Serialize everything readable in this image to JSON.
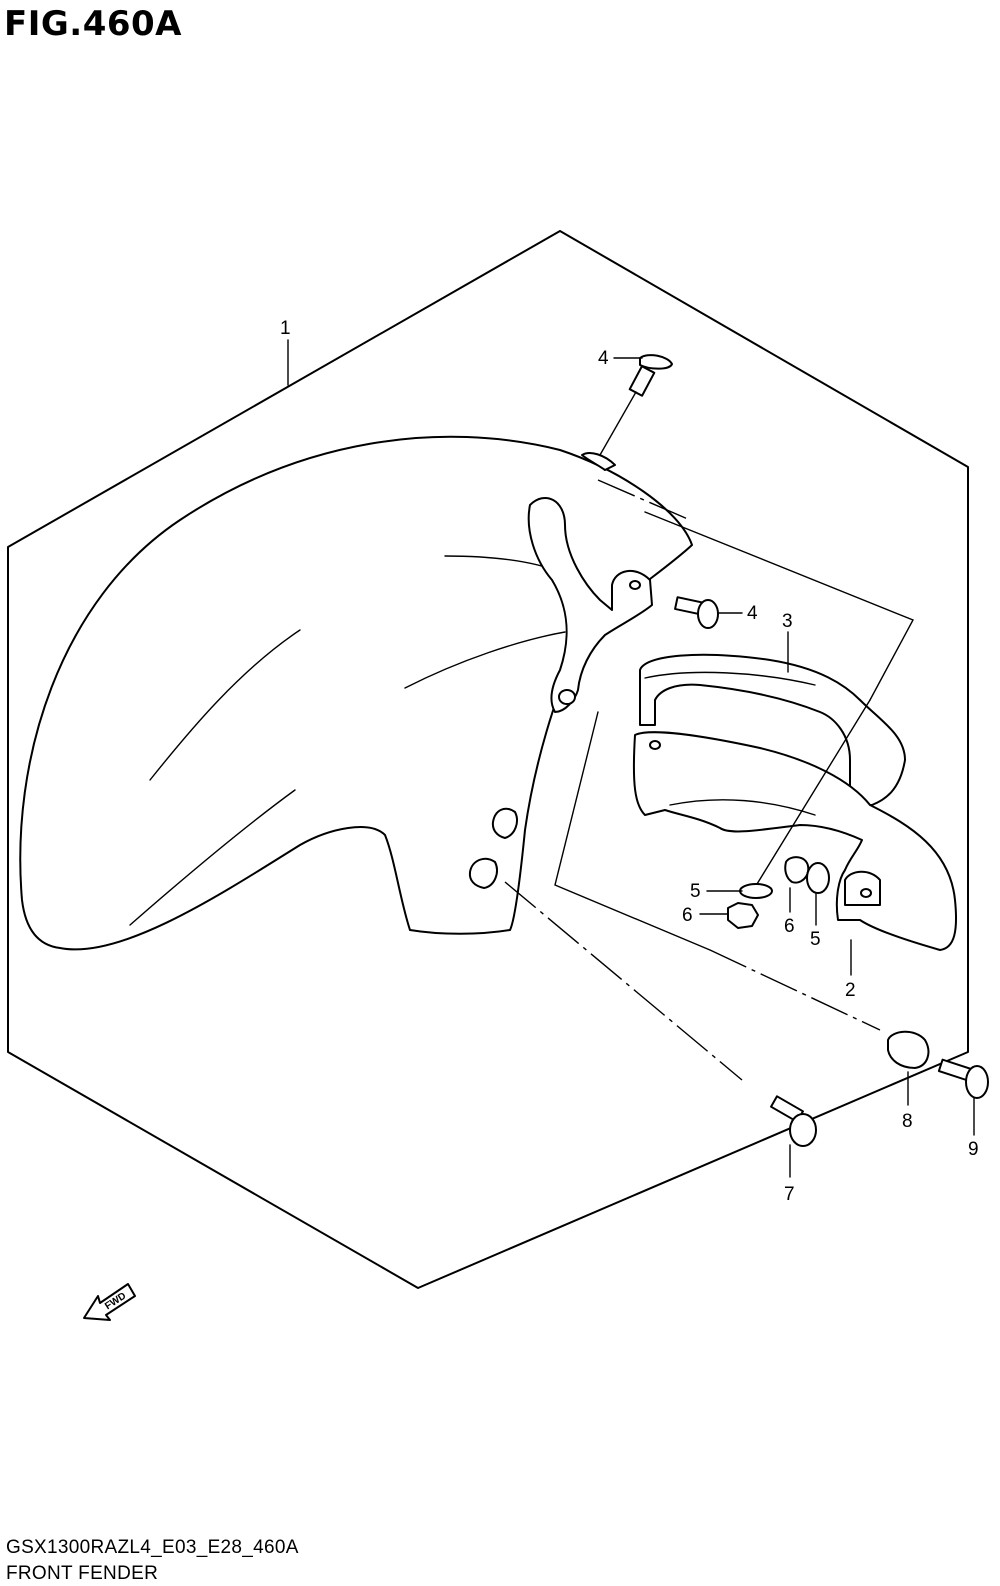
{
  "figure": {
    "title": "FIG.460A",
    "model_code": "GSX1300RAZL4_E03_E28_460A",
    "section_name": "FRONT FENDER",
    "direction_label": "FWD"
  },
  "callouts": [
    {
      "id": "c1",
      "label": "1"
    },
    {
      "id": "c2",
      "label": "2"
    },
    {
      "id": "c3",
      "label": "3"
    },
    {
      "id": "c4a",
      "label": "4"
    },
    {
      "id": "c4b",
      "label": "4"
    },
    {
      "id": "c5a",
      "label": "5"
    },
    {
      "id": "c5b",
      "label": "5"
    },
    {
      "id": "c6a",
      "label": "6"
    },
    {
      "id": "c6b",
      "label": "6"
    },
    {
      "id": "c7",
      "label": "7"
    },
    {
      "id": "c8",
      "label": "8"
    },
    {
      "id": "c9",
      "label": "9"
    }
  ]
}
